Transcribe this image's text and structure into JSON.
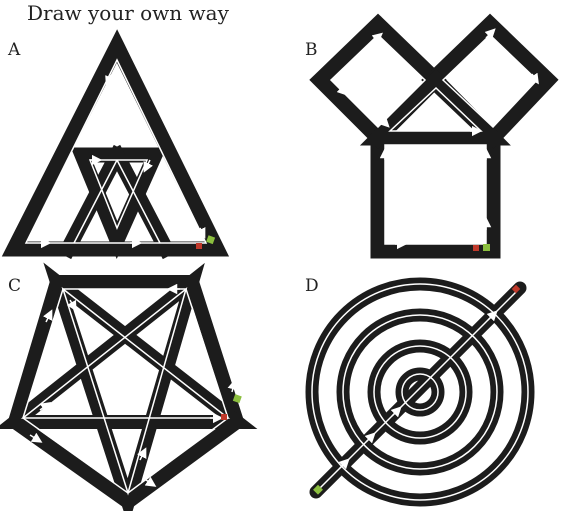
{
  "title": "Draw your own way",
  "panels": [
    {
      "label": "A"
    },
    {
      "label": "B"
    },
    {
      "label": "C"
    },
    {
      "label": "D"
    }
  ],
  "colors": {
    "track": "#1c1c1c",
    "lane": "#ffffff",
    "start_marker": "#c0392b",
    "end_marker": "#8cbf3f"
  },
  "icons": [
    "arrow-icon",
    "start-square-icon",
    "end-square-icon"
  ]
}
